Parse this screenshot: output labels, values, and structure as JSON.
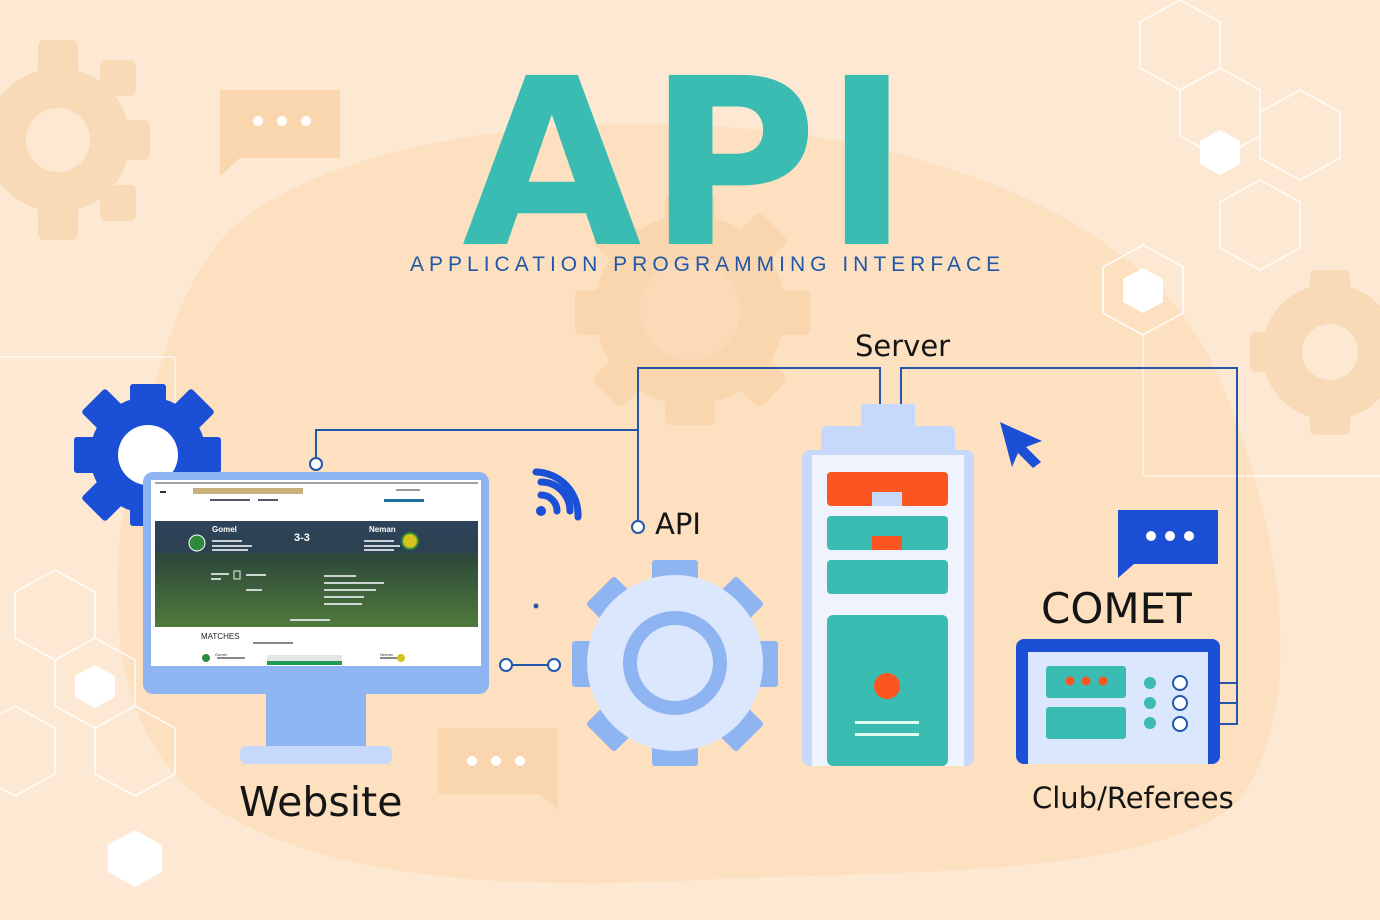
{
  "header": {
    "title": "API",
    "subtitle": "APPLICATION PROGRAMMING INTERFACE"
  },
  "nodes": {
    "server": "Server",
    "api": "API",
    "comet": "COMET",
    "website": "Website",
    "club_referees": "Club/Referees"
  },
  "website_screen": {
    "home_team": "Gomel",
    "away_team": "Neman",
    "score": "3-3",
    "section": "MATCHES",
    "row_home": "Gomel",
    "row_away": "Neman"
  },
  "colors": {
    "background": "#fde9d3",
    "teal": "#3bbcb3",
    "blue": "#1a4fd6",
    "line_blue": "#2157a8",
    "light_blue": "#8fb4f2",
    "orange": "#fb5622"
  },
  "icons": [
    "gear-icon",
    "wifi-icon",
    "cursor-icon",
    "chat-bubble-icon",
    "hexagon-icon"
  ]
}
